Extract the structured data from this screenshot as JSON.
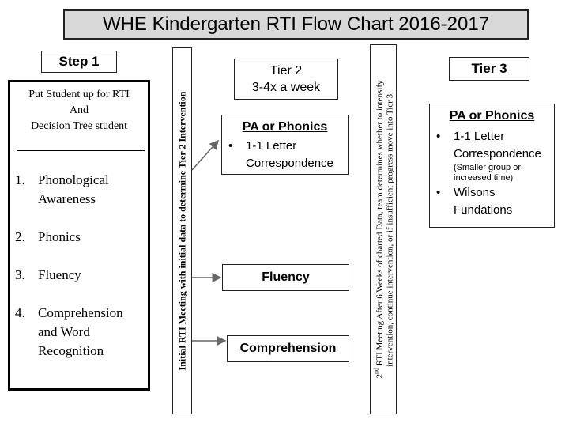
{
  "title": "WHE Kindergarten RTI Flow Chart 2016-2017",
  "step1": {
    "label": "Step 1",
    "intro": [
      "Put Student up for RTI",
      "And",
      "Decision Tree student"
    ],
    "items": [
      {
        "num": "1.",
        "lines": [
          "Phonological",
          "Awareness"
        ]
      },
      {
        "num": "2.",
        "lines": [
          "Phonics"
        ]
      },
      {
        "num": "3.",
        "lines": [
          "Fluency"
        ]
      },
      {
        "num": "4.",
        "lines": [
          "Comprehension",
          "and Word",
          "Recognition"
        ]
      }
    ]
  },
  "meeting1": "Initial RTI Meeting with initial data to determine Tier 2 Intervention",
  "meeting2": {
    "ordinal": "2",
    "ordinal_suffix": "nd",
    "line1": " RTI Meeting After 6 Weeks of charted Data, team determines whether to intensify",
    "line2": "intervention, continue intervention, or if insufficient progress move into Tier 3."
  },
  "tier2": {
    "title": "Tier 2",
    "frequency": "3-4x a week",
    "pa_heading": "PA or Phonics",
    "pa_bullets": [
      {
        "bullet": "•",
        "lines": [
          "1-1 Letter",
          "Correspondence"
        ]
      }
    ],
    "fluency": "Fluency",
    "comprehension": "Comprehension"
  },
  "tier3": {
    "title": "Tier 3",
    "pa_heading": "PA or Phonics",
    "bullet_symbol": "•",
    "bullet1_lines": [
      "1-1 Letter",
      "Correspondence"
    ],
    "note_lines": [
      "(Smaller group or",
      "increased time)"
    ],
    "bullet2_lines": [
      "Wilsons",
      "Fundations"
    ]
  }
}
